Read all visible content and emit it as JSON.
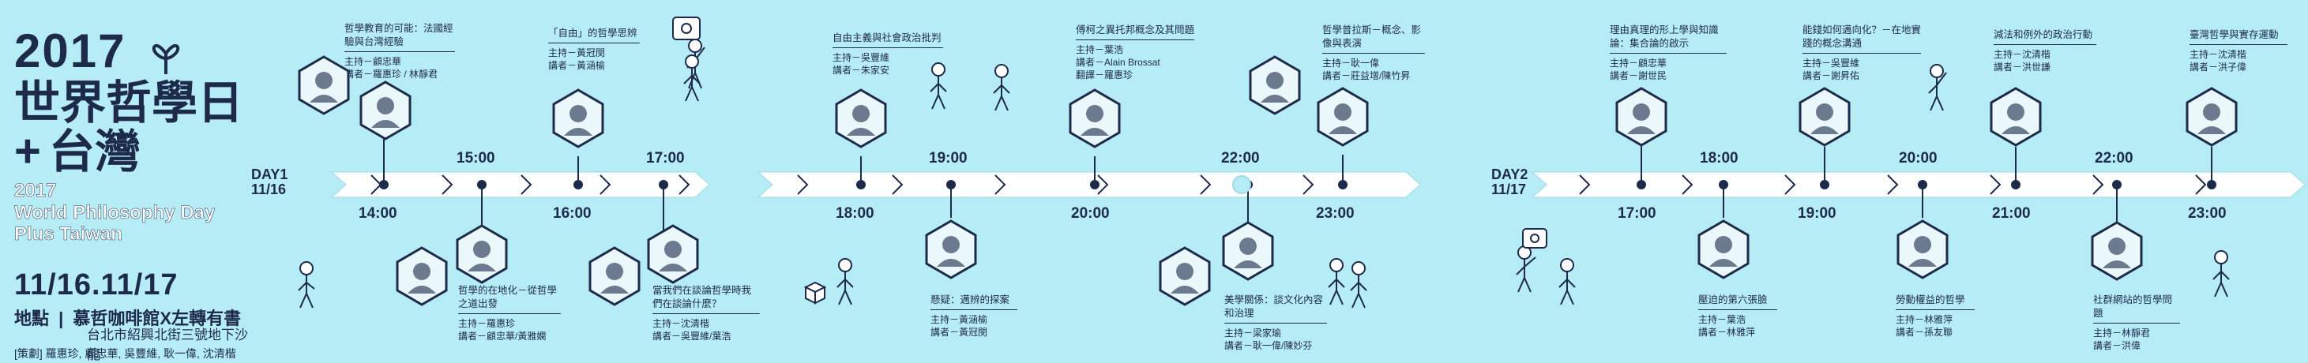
{
  "header": {
    "year": "2017",
    "title_line1": "世界哲學日",
    "title_line2": "台灣",
    "plus_glyph": "+",
    "en_title_l1": "2017",
    "en_title_l2": "World Philosophy Day",
    "en_title_l3": "Plus Taiwan",
    "dates": "11/16.11/17",
    "venue_label": "地點",
    "venue_name": "慕哲咖啡館X左轉有書",
    "venue_addr": "台北市紹興北街三號地下沙龍",
    "planning": "[策劃] 羅惠珍, 顧忠華, 吳豐維, 耿一偉, 沈清楷"
  },
  "days": [
    {
      "label_line1": "DAY1",
      "label_line2": "11/16"
    },
    {
      "label_line1": "DAY2",
      "label_line2": "11/17"
    }
  ],
  "hours_above": [
    "15:00",
    "17:00",
    "19:00",
    "22:00",
    "18:00",
    "20:00",
    "22:00"
  ],
  "hours_below": [
    "14:00",
    "16:00",
    "18:00",
    "20:00",
    "23:00",
    "17:00",
    "19:00",
    "21:00",
    "23:00"
  ],
  "sessions_top": [
    {
      "title": "哲學教育的可能：法國經驗與台灣經驗",
      "m1": "主持－顧忠華",
      "m2": "講者－羅惠珍 / 林靜君"
    },
    {
      "title": "「自由」的哲學思辨",
      "m1": "主持－黃冠閔",
      "m2": "講者－黃涵榆"
    },
    {
      "title": "自由主義與社會政治批判",
      "m1": "主持－吳豐維",
      "m2": "講者－朱家安"
    },
    {
      "title": "傅柯之異托邦概念及其問題",
      "m1": "主持－葉浩",
      "m2": "講者－Alain Brossat",
      "m3": "翻譯－羅惠珍"
    },
    {
      "title": "哲學普拉斯－概念、影像與表演",
      "m1": "主持－耿一偉",
      "m2": "講者－莊益增/陳竹昇"
    },
    {
      "title": "理由真理的形上學與知識論：集合論的啟示",
      "m1": "主持－顧忠華",
      "m2": "講者－謝世民"
    },
    {
      "title": "能錢如何邁向化？－在地實踐的概念溝通",
      "m1": "主持－吳豐維",
      "m2": "講者－謝昇佑"
    },
    {
      "title": "減法和例外的政治行動",
      "m1": "主持－沈清楷",
      "m2": "講者－洪世謙"
    },
    {
      "title": "臺灣哲學與實存運動",
      "m1": "主持－沈清楷",
      "m2": "講者－洪子偉"
    }
  ],
  "sessions_bottom": [
    {
      "title": "哲學的在地化－從哲學之道出發",
      "m1": "主持－羅惠珍",
      "m2": "講者－顧忠華/黃雅嫻"
    },
    {
      "title": "當我們在談論哲學時我們在談論什麼？",
      "m1": "主持－沈清楷",
      "m2": "講者－吳豐維/葉浩"
    },
    {
      "title": "懸疑：邁辨的探案",
      "m1": "主持－黃涵榆",
      "m2": "講者－黃冠閔"
    },
    {
      "title": "美學關係：談文化內容和治理",
      "m1": "主持－梁家瑜",
      "m2": "講者－耿一偉/陳妙芬"
    },
    {
      "title": "壓迫的第六張臉",
      "m1": "主持－葉浩",
      "m2": "講者－林雅萍"
    },
    {
      "title": "勞動權益的哲學",
      "m1": "主持－林雅萍",
      "m2": "講者－孫友聯"
    },
    {
      "title": "社群網站的哲學問題",
      "m1": "主持－林靜君",
      "m2": "講者－洪偉"
    }
  ],
  "icons": {
    "logo": "infinity-glyph-icon",
    "person": "walking-figure-icon",
    "balloon": "chat-balloon-icon",
    "box": "cube-icon"
  },
  "colors": {
    "background": "#b6ecf6",
    "navy": "#1d2a4a",
    "arrow": "#ffffff",
    "hex_fill": "#eaf8fb"
  }
}
